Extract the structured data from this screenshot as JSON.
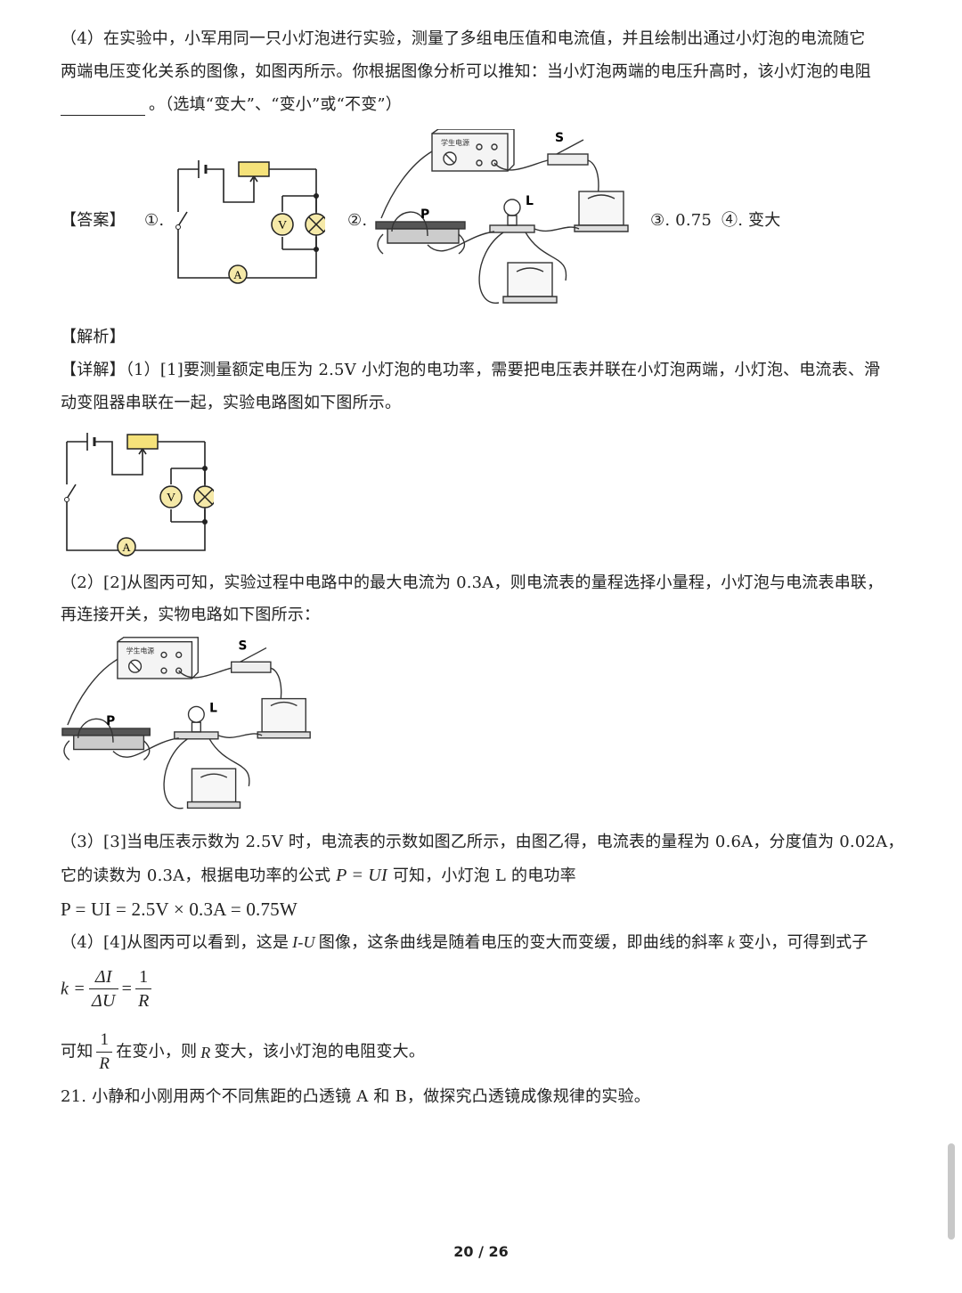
{
  "q4": {
    "line1": "（4）在实验中，小军用同一只小灯泡进行实验，测量了多组电压值和电流值，并且绘制出通过小灯泡的电流随它",
    "line2": "两端电压变化关系的图像，如图丙所示。你根据图像分析可以推知：当小灯泡两端的电压升高时，该小灯泡的电阻",
    "line3": "。（选填“变大”、“变小”或“不变”）"
  },
  "answer": {
    "label": "【答案】",
    "a1": "①.",
    "a2": "②.",
    "a3": "③. 0.75",
    "a4": "④. 变大"
  },
  "diagram_labels": {
    "voltmeter": "V",
    "ammeter": "A",
    "power_supply": "学生电源",
    "switch": "S",
    "lamp": "L",
    "rheostat": "P"
  },
  "analysis": {
    "label": "【解析】",
    "detail_label": "【详解】",
    "p1_line1": "（1）[1]要测量额定电压为 2.5V 小灯泡的电功率，需要把电压表并联在小灯泡两端，小灯泡、电流表、滑",
    "p1_line2": "动变阻器串联在一起，实验电路图如下图所示。",
    "p2_line1": "（2）[2]从图丙可知，实验过程中电路中的最大电流为 0.3A，则电流表的量程选择小量程，小灯泡与电流表串联，",
    "p2_line2": "再连接开关，实物电路如下图所示：",
    "p3_line1": "（3）[3]当电压表示数为 2.5V 时，电流表的示数如图乙所示，由图乙得，电流表的量程为 0.6A，分度值为 0.02A，",
    "p3_line2a": "它的读数为 0.3A，根据电功率的公式",
    "p3_formula_inline": "P = UI",
    "p3_line2b": "可知，小灯泡 L 的电功率",
    "p3_formula": "P = UI = 2.5V × 0.3A = 0.75W",
    "p4_line1a": "（4）[4]从图丙可以看到，这是",
    "p4_iu": "I-U",
    "p4_line1b": "图像，这条曲线是随着电压的变大而变缓，即曲线的斜率",
    "p4_k": "k",
    "p4_line1c": "变小，可得到式子",
    "k_lhs": "k =",
    "k_num1": "ΔI",
    "k_den1": "ΔU",
    "k_eq": "=",
    "k_num2": "1",
    "k_den2": "R",
    "c_pre": "可知",
    "c_num": "1",
    "c_den": "R",
    "c_mid": "在变小，则",
    "c_R": "R",
    "c_post": "变大，该小灯泡的电阻变大。"
  },
  "q21": "21. 小静和小刚用两个不同焦距的凸透镜 A 和 B，做探究凸透镜成像规律的实验。",
  "footer": {
    "page": "20 / 26"
  }
}
